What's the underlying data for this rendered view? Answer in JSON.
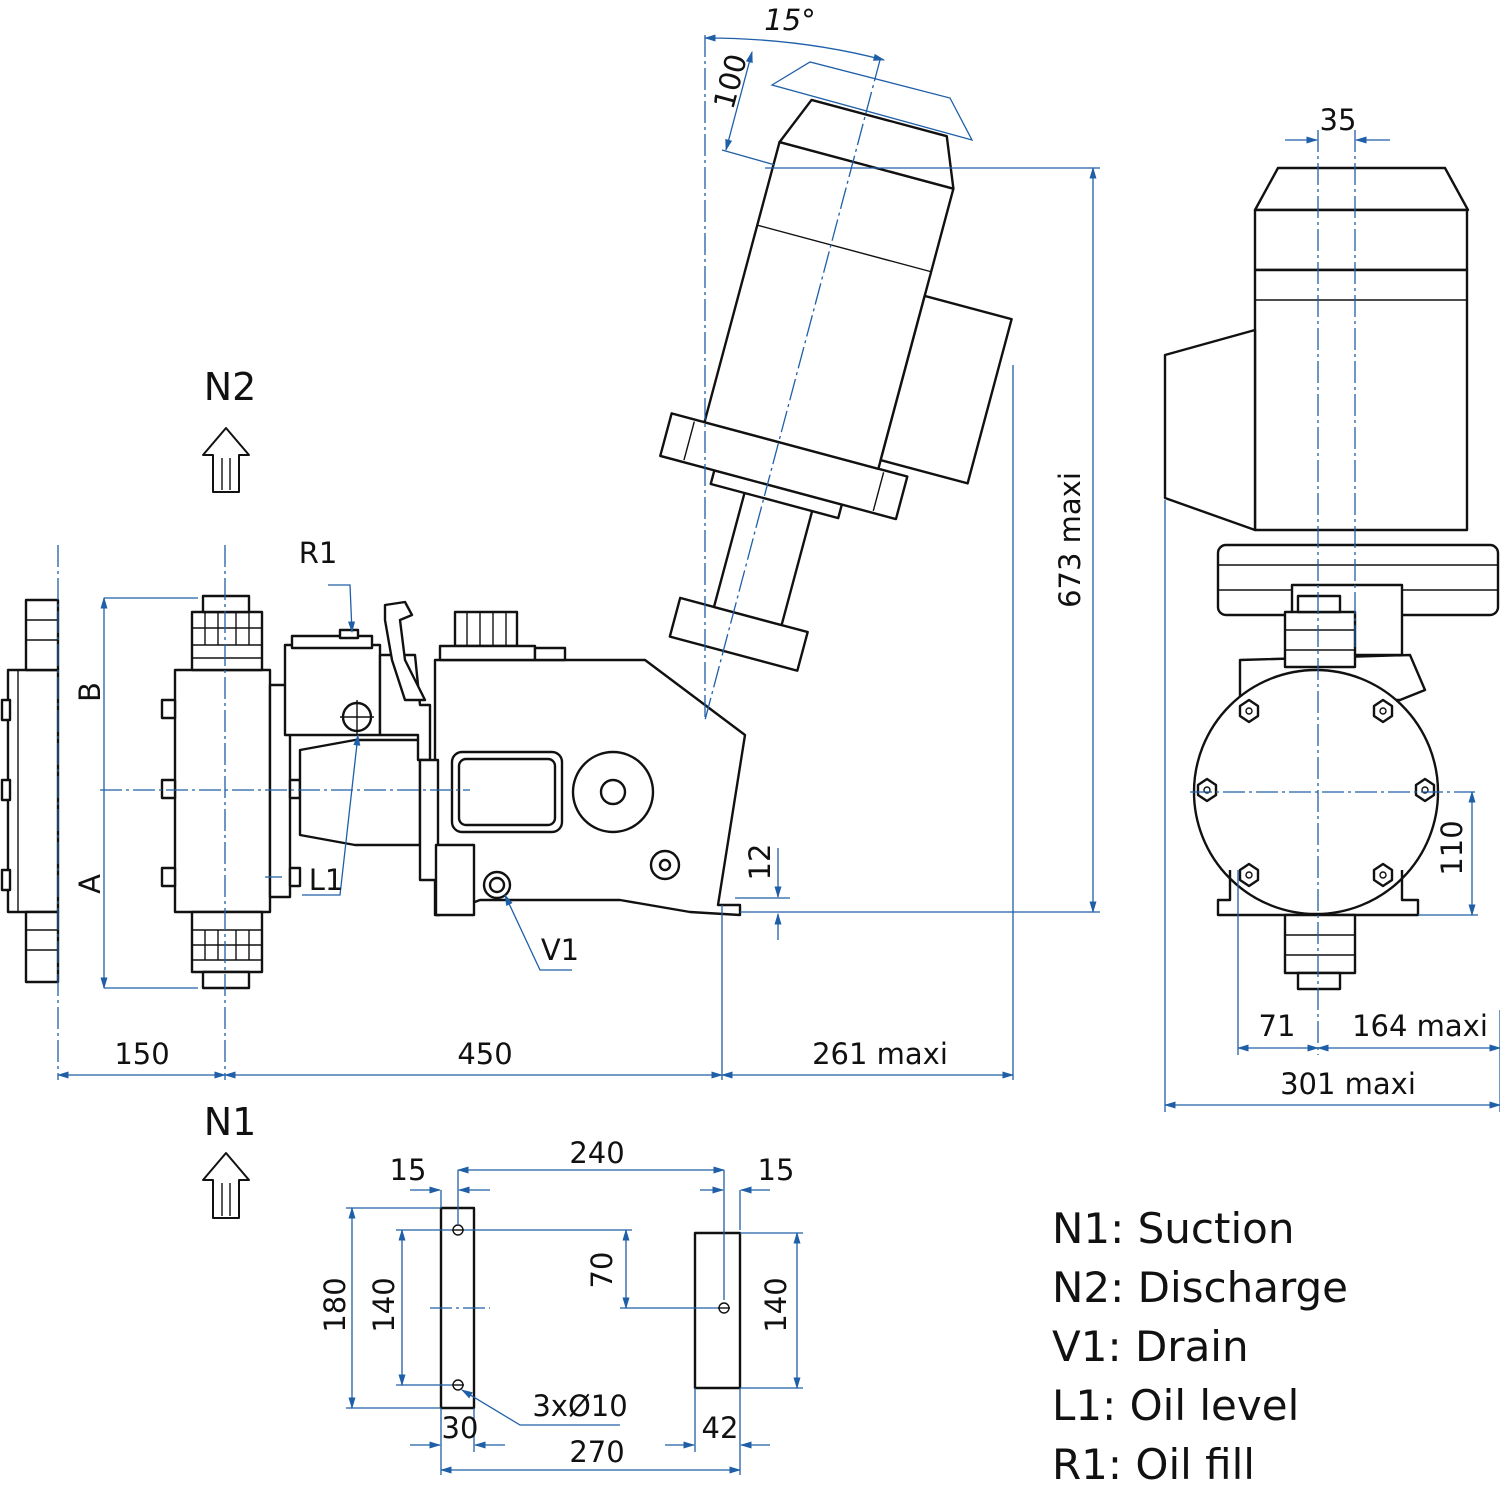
{
  "colors": {
    "dimension_lines": "#1f5fa8",
    "outline": "#111111",
    "background": "#ffffff"
  },
  "connections": {
    "n2": "N2",
    "n1": "N1",
    "r1": "R1",
    "l1": "L1",
    "v1": "V1"
  },
  "side_view": {
    "labels": {
      "b": "B",
      "a": "A"
    },
    "dims": {
      "d150": "150",
      "d450": "450",
      "d261": "261 maxi",
      "d673": "673 maxi",
      "d12": "12",
      "d100": "100",
      "d15deg": "15°"
    }
  },
  "end_view": {
    "dims": {
      "d35": "35",
      "d110": "110",
      "d71": "71",
      "d164": "164 maxi",
      "d301": "301 maxi"
    }
  },
  "footprint": {
    "dims": {
      "d15a": "15",
      "d240": "240",
      "d15b": "15",
      "d70": "70",
      "d180": "180",
      "d140a": "140",
      "d140b": "140",
      "d30": "30",
      "d42": "42",
      "d270": "270",
      "holes": "3xØ10"
    }
  },
  "legend": [
    "N1: Suction",
    "N2: Discharge",
    "V1: Drain",
    "L1: Oil level",
    "R1: Oil fill"
  ]
}
